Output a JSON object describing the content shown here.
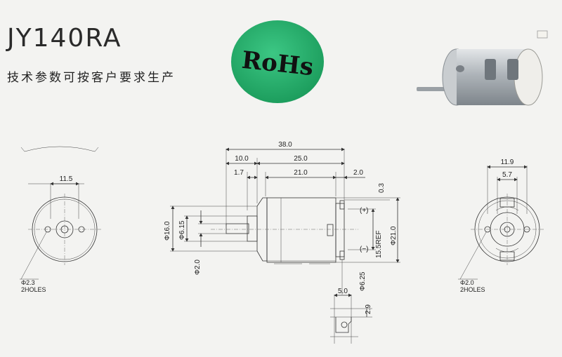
{
  "header": {
    "model": "JY140RA",
    "subtitle": "技术参数可按客户要求生产"
  },
  "badge": {
    "text": "RoHs",
    "color": "#27a86a"
  },
  "colors": {
    "line": "#333333",
    "background": "#f3f3f1",
    "motor_can": "#b9bfc4"
  },
  "left_view": {
    "dim_width": "11.5",
    "hole_label": "Φ2.3",
    "hole_count_label": "2HOLES"
  },
  "side_view": {
    "overall": "38.0",
    "shaft_section": "10.0",
    "body_length": "25.0",
    "shaft_step": "1.7",
    "can_length": "21.0",
    "terminal_offset": "2.0",
    "terminal_gap": "0.3",
    "plus_label": "(+)",
    "minus_label": "(−)",
    "dia_boss": "Φ16.0",
    "dia_collar": "Φ6.15",
    "dia_shaft": "Φ2.0",
    "ref_height": "15.5REF",
    "dia_body": "Φ21.0",
    "terminal_dia": "Φ6.25"
  },
  "terminal_detail": {
    "width": "5.0",
    "height": "2.9"
  },
  "right_view": {
    "dim_outer": "11.9",
    "dim_inner": "5.7",
    "hole_label": "Φ2.0",
    "hole_count_label": "2HOLES"
  }
}
